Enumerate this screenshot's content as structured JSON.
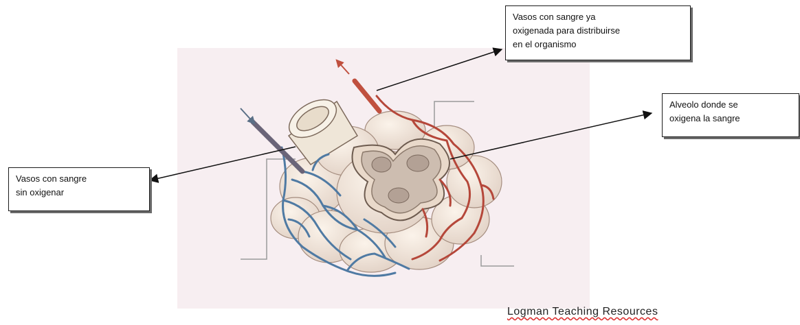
{
  "labels": {
    "oxygenated_vessels": [
      "Vasos con sangre ya",
      "oxigenada para distribuirse",
      "en el organismo"
    ],
    "alveolus": [
      "Alveolo donde se",
      "oxigena la sangre"
    ],
    "deoxygenated_vessels": [
      "Vasos con sangre",
      "sin oxigenar"
    ]
  },
  "credit": "Logman Teaching Resources",
  "colors": {
    "background_panel": "#f7eef1",
    "alveolus_fill": "#eedfd4",
    "bronchiole_fill": "#efe6d8",
    "artery_blue": "#4f7aa3",
    "vein_red": "#b5473a",
    "arrow": "#111111"
  }
}
